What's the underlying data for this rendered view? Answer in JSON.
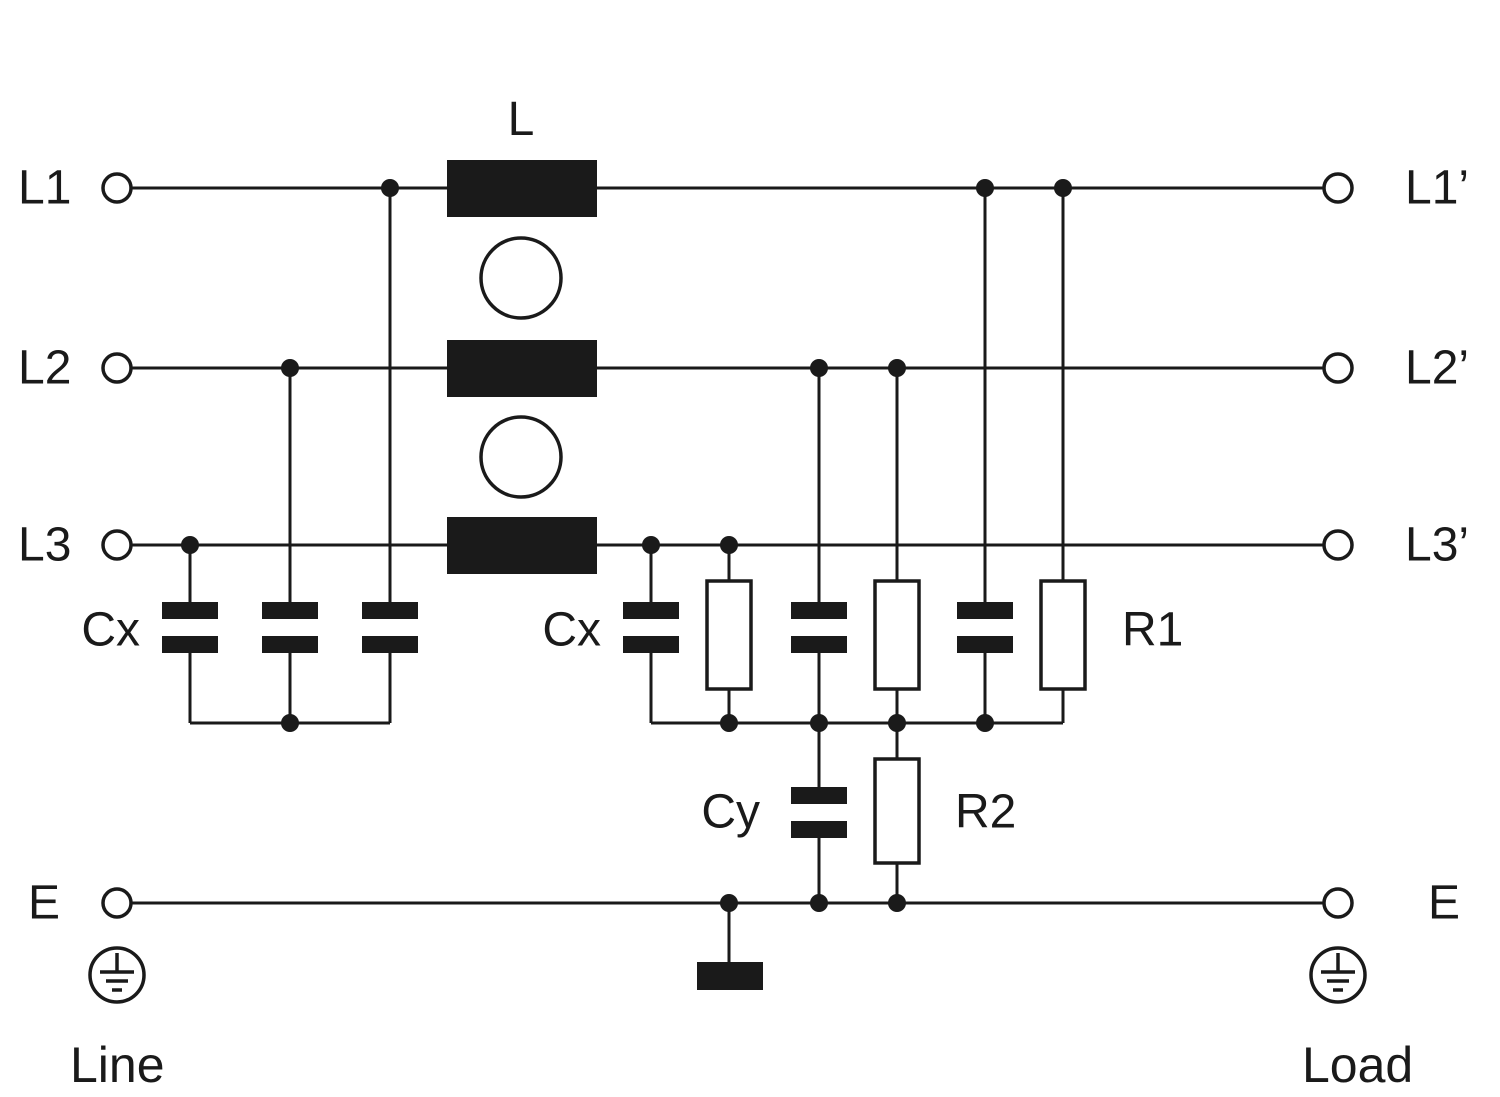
{
  "diagram": {
    "kind": "three-phase EMI line filter schematic",
    "left_terminals": [
      {
        "label": "L1"
      },
      {
        "label": "L2"
      },
      {
        "label": "L3"
      },
      {
        "label": "E"
      }
    ],
    "right_terminals": [
      {
        "label": "L1’"
      },
      {
        "label": "L2’"
      },
      {
        "label": "L3’"
      },
      {
        "label": "E"
      }
    ],
    "components": {
      "inductor_label": "L",
      "cx_line_label": "Cx",
      "cx_load_label": "Cx",
      "r1_label": "R1",
      "cy_label": "Cy",
      "r2_label": "R2"
    },
    "captions": {
      "line_side": "Line",
      "load_side": "Load"
    },
    "colors": {
      "ink": "#1a1a1a",
      "background": "#ffffff"
    }
  }
}
